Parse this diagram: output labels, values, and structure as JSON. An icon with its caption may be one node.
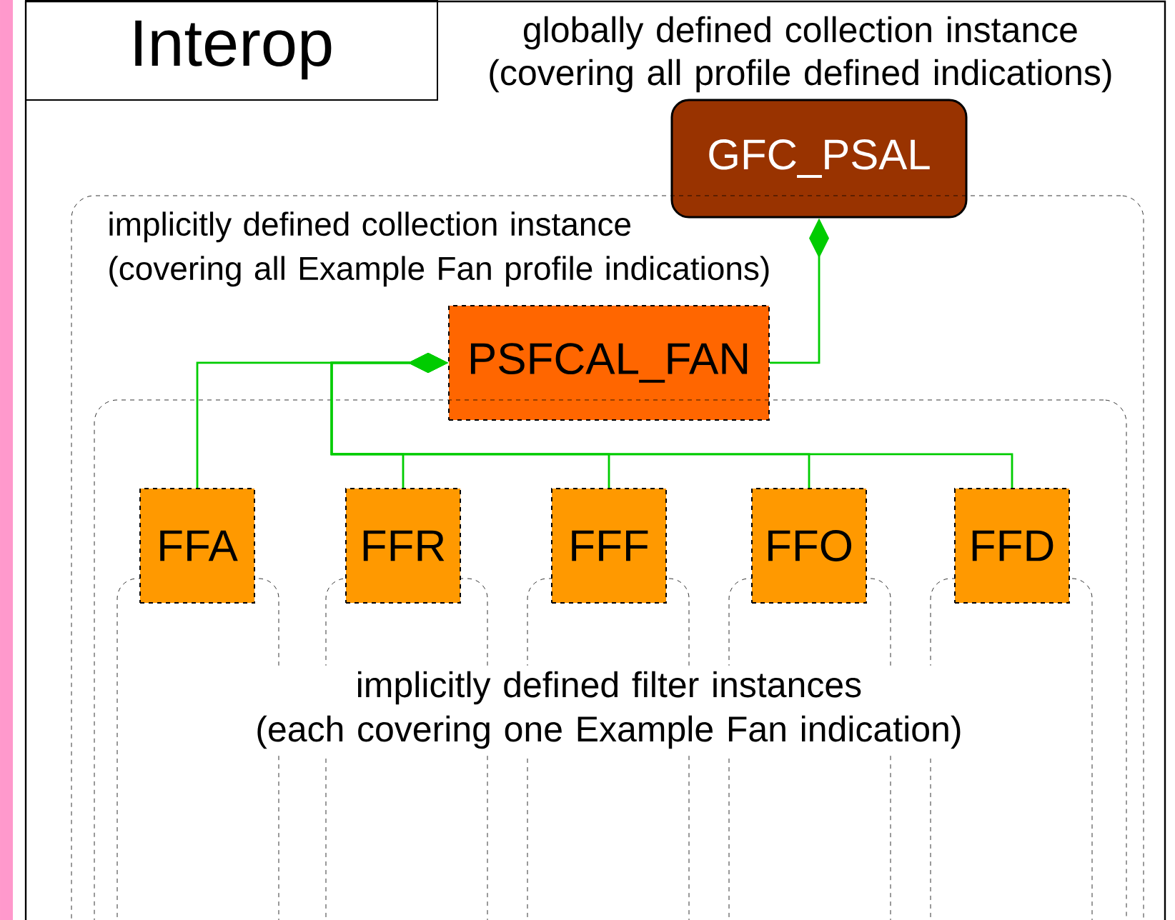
{
  "diagram": {
    "title": "Interop",
    "nodes": [
      {
        "text": [
          "GFC_PSAL"
        ],
        "beside": [
          "globally defined collection instance (covering all profile defined indications)"
        ]
      },
      {
        "text": [
          "implicitly defined collection instance (covering all Example Fan profile indications)"
        ]
      },
      {
        "text": [
          "PSFCAL_FAN"
        ],
        "in": 1
      },
      {
        "text": [
          "implicitly defined filter instances (each covering one Example Fan indication)"
        ],
        "in": 1
      },
      {
        "text": [
          "FFA"
        ],
        "in": 3
      },
      {
        "text": [
          "FFR"
        ],
        "in": 3
      },
      {
        "text": [
          "FFF"
        ],
        "in": 3
      },
      {
        "text": [
          "FFO"
        ],
        "in": 3
      },
      {
        "text": [
          "FFD"
        ],
        "in": 3
      }
    ],
    "edges": [
      {
        "from": 2,
        "to": 0,
        "arrow": "other"
      },
      {
        "from": 4,
        "to": 2,
        "arrow": "other"
      },
      {
        "from": 5,
        "to": 2,
        "arrow": "other"
      },
      {
        "from": 6,
        "to": 2,
        "arrow": "other"
      },
      {
        "from": 7,
        "to": 2,
        "arrow": "other"
      },
      {
        "from": 8,
        "to": 2,
        "arrow": "other"
      }
    ]
  }
}
